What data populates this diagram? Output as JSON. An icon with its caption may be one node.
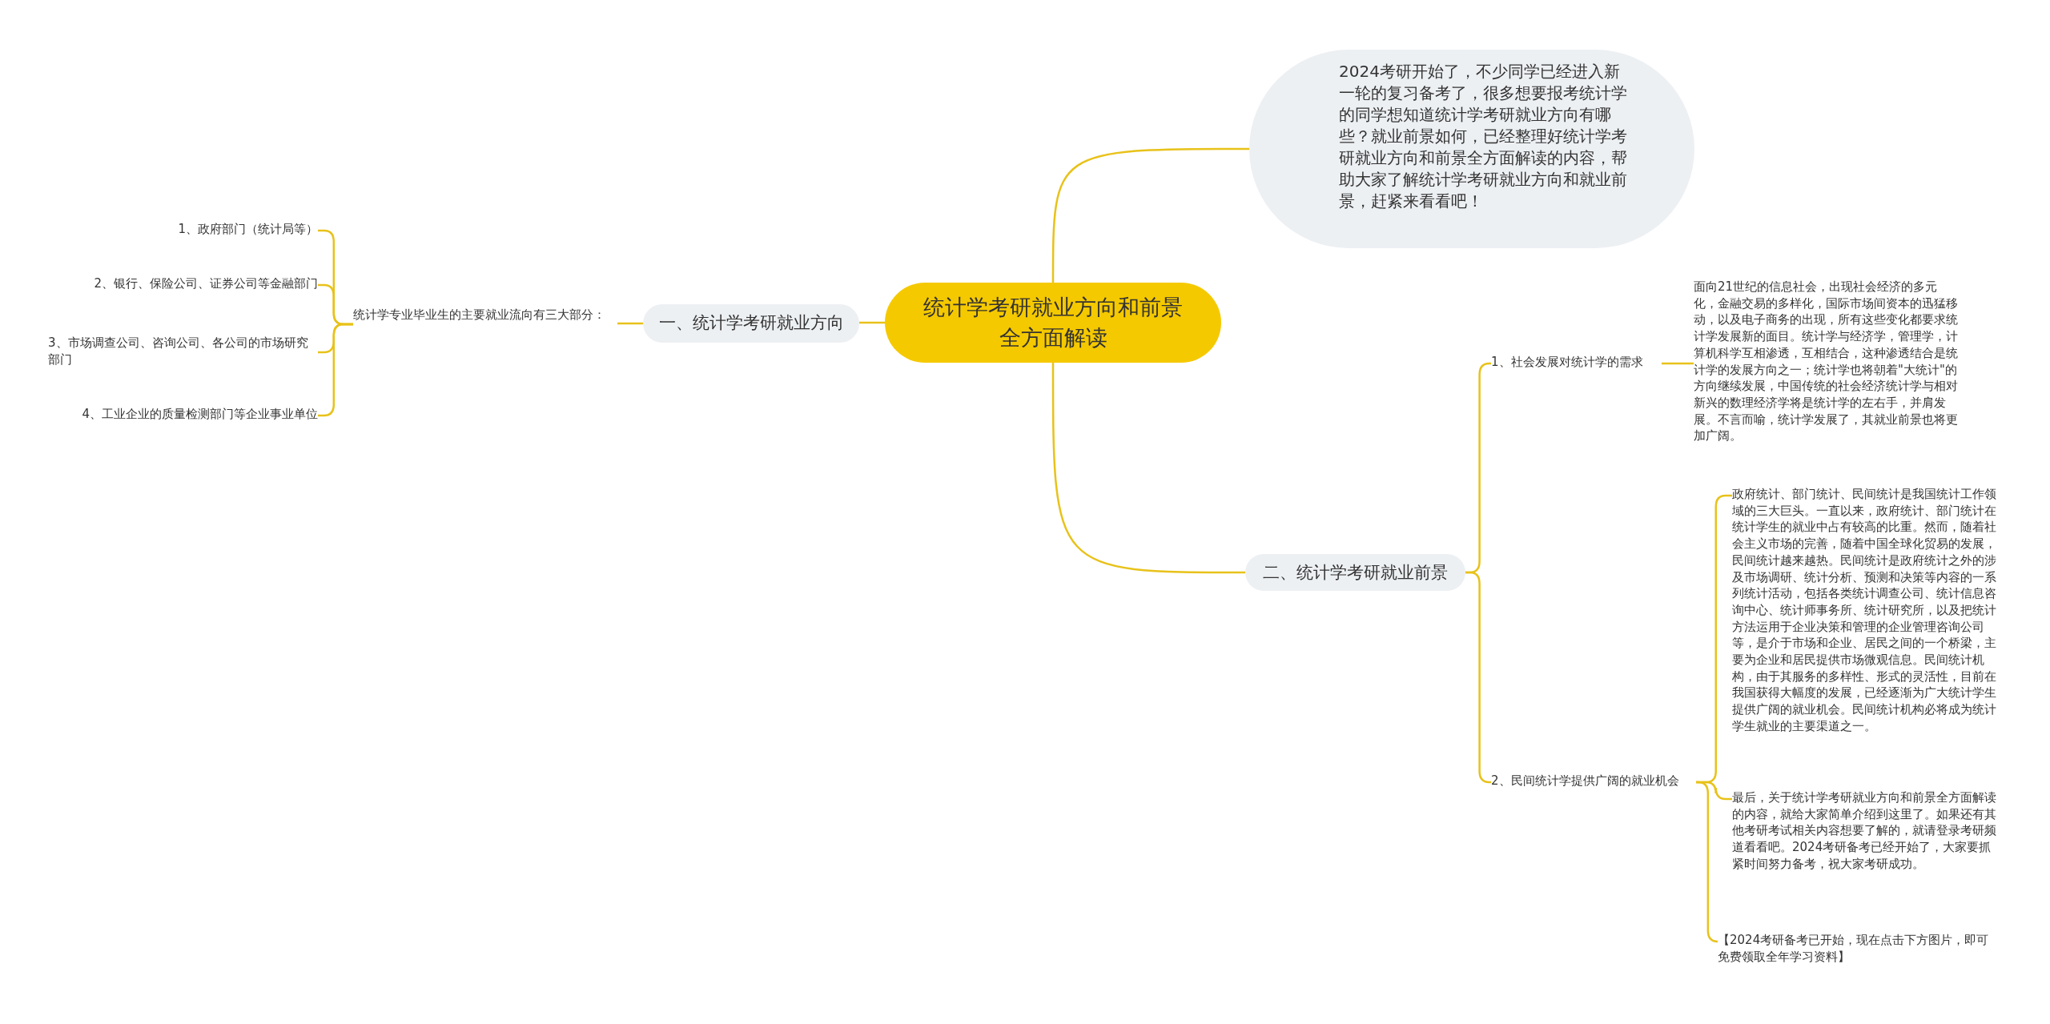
{
  "diagram": {
    "nodes": [
      {
        "text": [
          "统计学考研就业方向和前景全方面解读"
        ]
      },
      {
        "text": [
          "2024考研开始了，不少同学已经进入新一轮的复习备考了，很多想要报考统计学的同学想知道统计学考研就业方向有哪些？就业前景如何，已经整理好统计学考研就业方向和前景全方面解读的内容，帮助大家了解统计学考研就业方向和就业前景，赶紧来看看吧！"
        ]
      },
      {
        "text": [
          "一、统计学考研就业方向"
        ]
      },
      {
        "text": [
          "统计学专业毕业生的主要就业流向有三大部分："
        ]
      },
      {
        "text": [
          "1、政府部门（统计局等）"
        ]
      },
      {
        "text": [
          "2、银行、保险公司、证券公司等金融部门"
        ]
      },
      {
        "text": [
          "3、市场调查公司、咨询公司、各公司的市场研究部门"
        ]
      },
      {
        "text": [
          "4、工业企业的质量检测部门等企业事业单位"
        ]
      },
      {
        "text": [
          "二、统计学考研就业前景"
        ]
      },
      {
        "text": [
          "1、社会发展对统计学的需求"
        ]
      },
      {
        "text": [
          "面向21世纪的信息社会，出现社会经济的多元化，金融交易的多样化，国际市场间资本的迅猛移动，以及电子商务的出现，所有这些变化都要求统计学发展新的面目。统计学与经济学，管理学，计算机科学互相渗透，互相结合，这种渗透结合是统计学的发展方向之一；统计学也将朝着\"大统计\"的方向继续发展，中国传统的社会经济统计学与相对新兴的数理经济学将是统计学的左右手，并肩发展。不言而喻，统计学发展了，其就业前景也将更加广阔。"
        ]
      },
      {
        "text": [
          "2、民间统计学提供广阔的就业机会"
        ]
      },
      {
        "text": [
          "政府统计、部门统计、民间统计是我国统计工作领域的三大巨头。一直以来，政府统计、部门统计在统计学生的就业中占有较高的比重。然而，随着社会主义市场的完善，随着中国全球化贸易的发展，民间统计越来越热。民间统计是政府统计之外的涉及市场调研、统计分析、预测和决策等内容的一系列统计活动，包括各类统计调查公司、统计信息咨询中心、统计师事务所、统计研究所，以及把统计方法运用于企业决策和管理的企业管理咨询公司等，是介于市场和企业、居民之间的一个桥梁，主要为企业和居民提供市场微观信息。民间统计机构，由于其服务的多样性、形式的灵活性，目前在我国获得大幅度的发展，已经逐渐为广大统计学生提供广阔的就业机会。民间统计机构必将成为统计学生就业的主要渠道之一。"
        ]
      },
      {
        "text": [
          "最后，关于统计学考研就业方向和前景全方面解读的内容，就给大家简单介绍到这里了。如果还有其他考研考试相关内容想要了解的，就请登录考研频道看看吧。2024考研备考已经开始了，大家要抓紧时间努力备考，祝大家考研成功。"
        ]
      },
      {
        "text": [
          "【2024考研备考已开始，现在点击下方图片，即可免费领取全年学习资料】"
        ]
      }
    ],
    "edges": [
      {
        "from": 0,
        "to": 1,
        "arrow": "none"
      },
      {
        "from": 0,
        "to": 2,
        "arrow": "none"
      },
      {
        "from": 2,
        "to": 3,
        "arrow": "none"
      },
      {
        "from": 3,
        "to": 4,
        "arrow": "none"
      },
      {
        "from": 3,
        "to": 5,
        "arrow": "none"
      },
      {
        "from": 3,
        "to": 6,
        "arrow": "none"
      },
      {
        "from": 3,
        "to": 7,
        "arrow": "none"
      },
      {
        "from": 0,
        "to": 8,
        "arrow": "none"
      },
      {
        "from": 8,
        "to": 9,
        "arrow": "none"
      },
      {
        "from": 8,
        "to": 11,
        "arrow": "none"
      },
      {
        "from": 9,
        "to": 10,
        "arrow": "none"
      },
      {
        "from": 11,
        "to": 12,
        "arrow": "none"
      },
      {
        "from": 11,
        "to": 13,
        "arrow": "none"
      },
      {
        "from": 11,
        "to": 14,
        "arrow": "none"
      }
    ]
  }
}
